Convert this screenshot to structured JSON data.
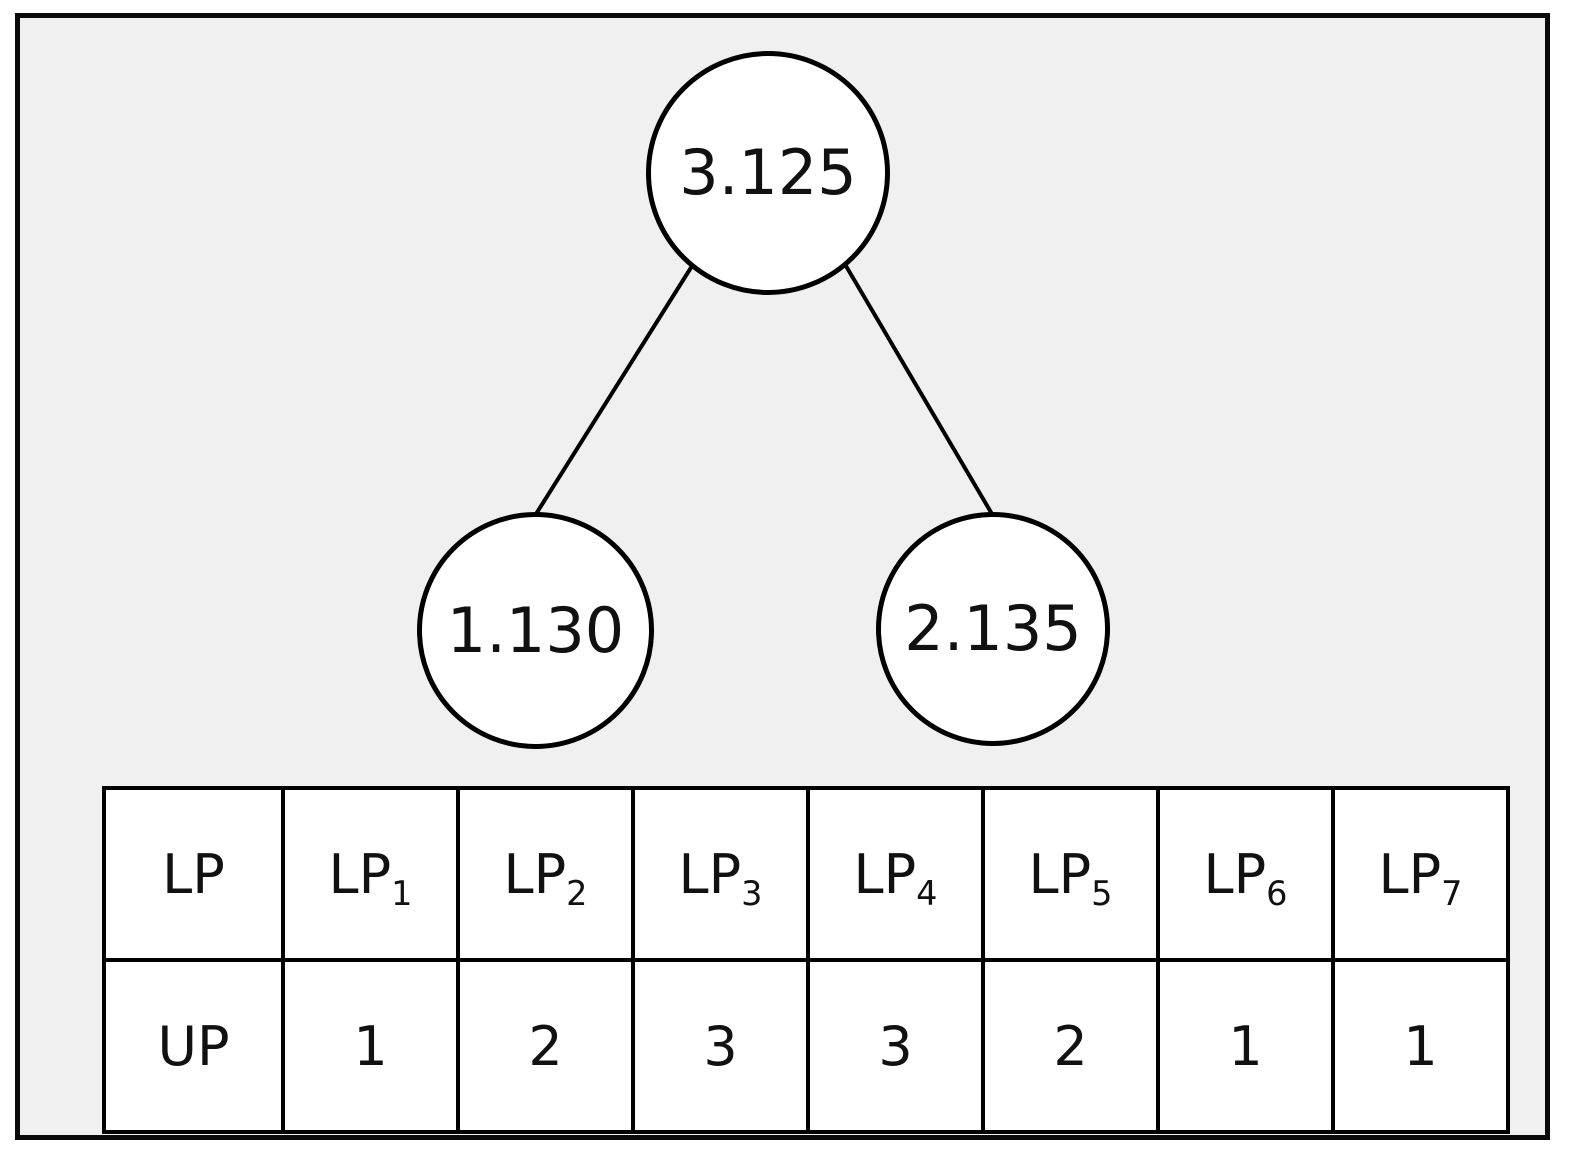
{
  "diagram": {
    "type": "binary-tree-with-table",
    "background_color": "#f0f0f0",
    "border_color": "#000000",
    "tree": {
      "root": {
        "label": "3.125"
      },
      "children": [
        {
          "label": "1.130",
          "side": "left"
        },
        {
          "label": "2.135",
          "side": "right"
        }
      ],
      "edges": [
        {
          "from": "3.125",
          "to": "1.130"
        },
        {
          "from": "3.125",
          "to": "2.135"
        }
      ]
    },
    "table": {
      "header_row": {
        "row_label": "LP",
        "cells": [
          {
            "base": "LP",
            "sub": "1"
          },
          {
            "base": "LP",
            "sub": "2"
          },
          {
            "base": "LP",
            "sub": "3"
          },
          {
            "base": "LP",
            "sub": "4"
          },
          {
            "base": "LP",
            "sub": "5"
          },
          {
            "base": "LP",
            "sub": "6"
          },
          {
            "base": "LP",
            "sub": "7"
          }
        ]
      },
      "data_row": {
        "row_label": "UP",
        "values": [
          "1",
          "2",
          "3",
          "3",
          "2",
          "1",
          "1"
        ]
      }
    }
  }
}
